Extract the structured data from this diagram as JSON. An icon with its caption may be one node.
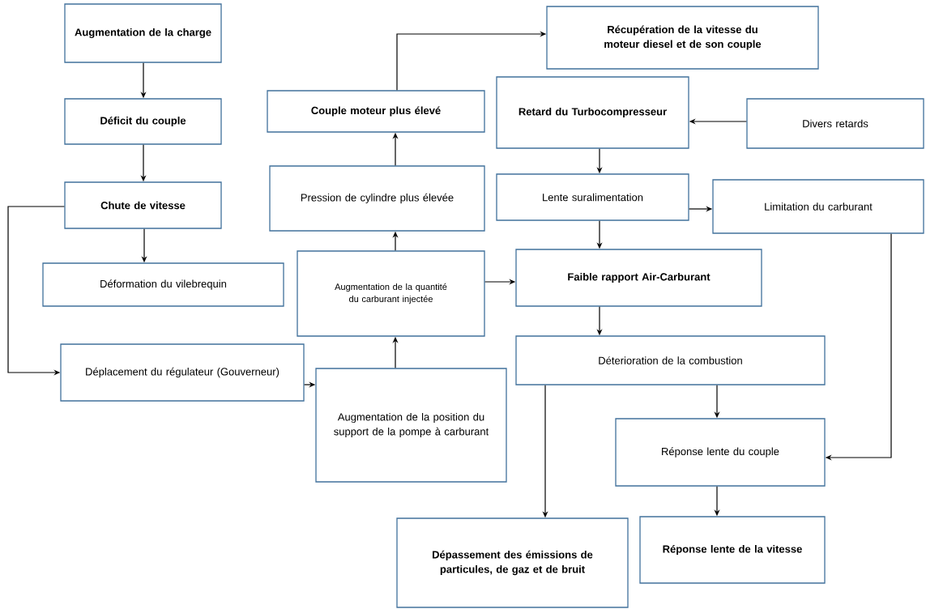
{
  "diagram": {
    "nodes": [
      {
        "text": [
          "Augmentation de la charge"
        ]
      },
      {
        "text": [
          "Déficit du couple"
        ]
      },
      {
        "text": [
          "Chute de vitesse"
        ]
      },
      {
        "text": [
          "Déformation du vilebrequin"
        ]
      },
      {
        "text": [
          "Déplacement du régulateur (Gouverneur)"
        ]
      },
      {
        "text": [
          "Augmentation de la position du support de la pompe à carburant"
        ]
      },
      {
        "text": [
          "Augmentation de la quantité du carburant injectée"
        ]
      },
      {
        "text": [
          "Pression de cylindre plus élevée"
        ]
      },
      {
        "text": [
          "Couple moteur plus élevé"
        ]
      },
      {
        "text": [
          "Récupération de la vitesse du moteur diesel et de son couple"
        ]
      },
      {
        "text": [
          "Retard du Turbocompresseur"
        ]
      },
      {
        "text": [
          "Divers retards"
        ]
      },
      {
        "text": [
          "Lente suralimentation"
        ]
      },
      {
        "text": [
          "Limitation du carburant"
        ]
      },
      {
        "text": [
          "Faible rapport Air-Carburant"
        ]
      },
      {
        "text": [
          "Déterioration de la combustion"
        ]
      },
      {
        "text": [
          "Réponse lente du couple"
        ]
      },
      {
        "text": [
          "Réponse lente de la vitesse"
        ]
      },
      {
        "text": [
          "Dépassement des émissions de particules, de gaz et de bruit"
        ]
      }
    ],
    "edges": [
      {
        "from": 0,
        "to": 1,
        "arrow": "to"
      },
      {
        "from": 1,
        "to": 2,
        "arrow": "to"
      },
      {
        "from": 2,
        "to": 3,
        "arrow": "to"
      },
      {
        "from": 2,
        "to": 4,
        "arrow": "to"
      },
      {
        "from": 4,
        "to": 5,
        "arrow": "to"
      },
      {
        "from": 5,
        "to": 6,
        "arrow": "to"
      },
      {
        "from": 6,
        "to": 7,
        "arrow": "to"
      },
      {
        "from": 7,
        "to": 8,
        "arrow": "to"
      },
      {
        "from": 8,
        "to": 9,
        "arrow": "to"
      },
      {
        "from": 11,
        "to": 10,
        "arrow": "to"
      },
      {
        "from": 10,
        "to": 12,
        "arrow": "to"
      },
      {
        "from": 12,
        "to": 13,
        "arrow": "to"
      },
      {
        "from": 12,
        "to": 14,
        "arrow": "to"
      },
      {
        "from": 6,
        "to": 14,
        "arrow": "to"
      },
      {
        "from": 14,
        "to": 15,
        "arrow": "to"
      },
      {
        "from": 15,
        "to": 16,
        "arrow": "to"
      },
      {
        "from": 16,
        "to": 17,
        "arrow": "to"
      },
      {
        "from": 15,
        "to": 18,
        "arrow": "to"
      },
      {
        "from": 13,
        "to": 16,
        "arrow": "to"
      }
    ]
  }
}
